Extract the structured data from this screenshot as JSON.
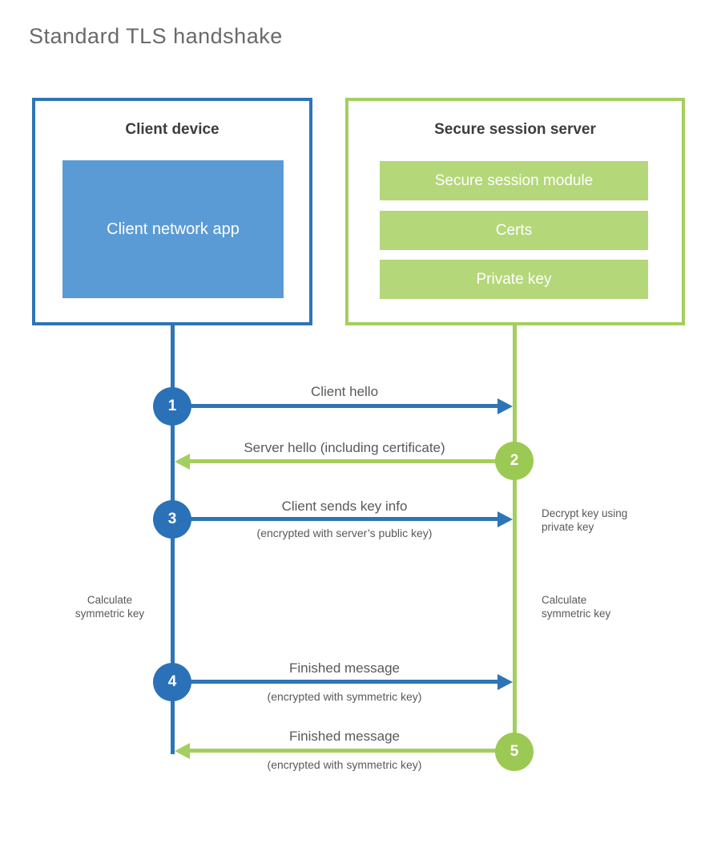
{
  "title": "Standard TLS handshake",
  "colors": {
    "blue_stroke": "#2e75b6",
    "blue_fill": "#5b9bd5",
    "green_stroke": "#a3cf5e",
    "green_fill": "#b4d77a",
    "text_dark": "#3d3d3d",
    "text_gray": "#595959"
  },
  "client_box": {
    "title": "Client device",
    "module": "Client network app"
  },
  "server_box": {
    "title": "Secure session server",
    "modules": [
      "Secure session module",
      "Certs",
      "Private key"
    ]
  },
  "steps": [
    {
      "number": "1",
      "from": "client",
      "to": "server",
      "label": "Client hello",
      "sublabel": ""
    },
    {
      "number": "2",
      "from": "server",
      "to": "client",
      "label": "Server hello (including certificate)",
      "sublabel": ""
    },
    {
      "number": "3",
      "from": "client",
      "to": "server",
      "label": "Client sends key info",
      "sublabel": "(encrypted with server’s public key)"
    },
    {
      "number": "4",
      "from": "client",
      "to": "server",
      "label": "Finished message",
      "sublabel": "(encrypted with symmetric key)"
    },
    {
      "number": "5",
      "from": "server",
      "to": "client",
      "label": "Finished message",
      "sublabel": "(encrypted with symmetric key)"
    }
  ],
  "side_notes": [
    {
      "side": "right",
      "text": "Decrypt key using private key"
    },
    {
      "side": "left",
      "text": "Calculate symmetric key"
    },
    {
      "side": "right",
      "text": "Calculate symmetric key"
    }
  ]
}
